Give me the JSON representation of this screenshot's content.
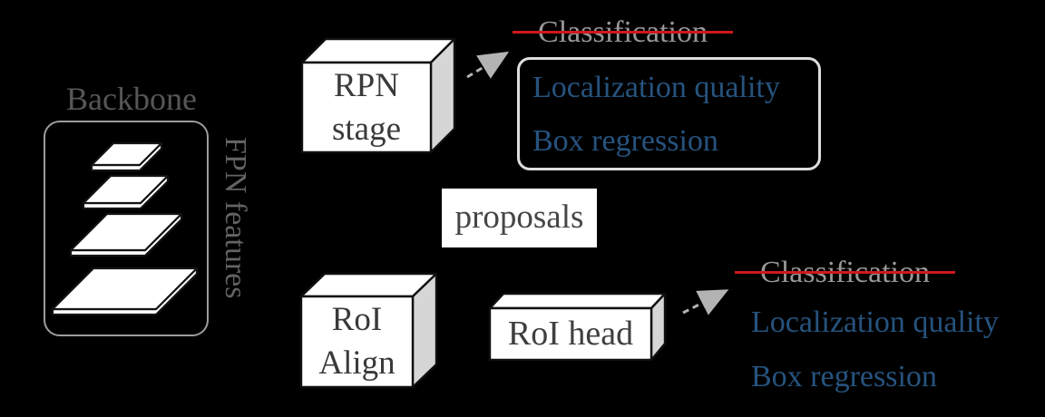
{
  "colors": {
    "background": "#000000",
    "emphasis_blue": "#26537e",
    "strikethrough_red": "#d01818",
    "muted_gray": "#989898",
    "dark_text": "#3a3a3a",
    "box_side_gray": "#d6d6d6",
    "frame_gray": "#9c9c9c"
  },
  "backbone": {
    "title": "Backbone",
    "side_label": "FPN features"
  },
  "boxes": {
    "rpn_stage": "RPN\nstage",
    "proposals": "proposals",
    "roi_align": "RoI\nAlign",
    "roi_head": "RoI head"
  },
  "rpn_outputs": {
    "struck_label": "Classification",
    "line1": "Localization quality",
    "line2": "Box regression"
  },
  "roi_outputs": {
    "struck_label": "Classification",
    "line1": "Localization quality",
    "line2": "Box regression"
  }
}
